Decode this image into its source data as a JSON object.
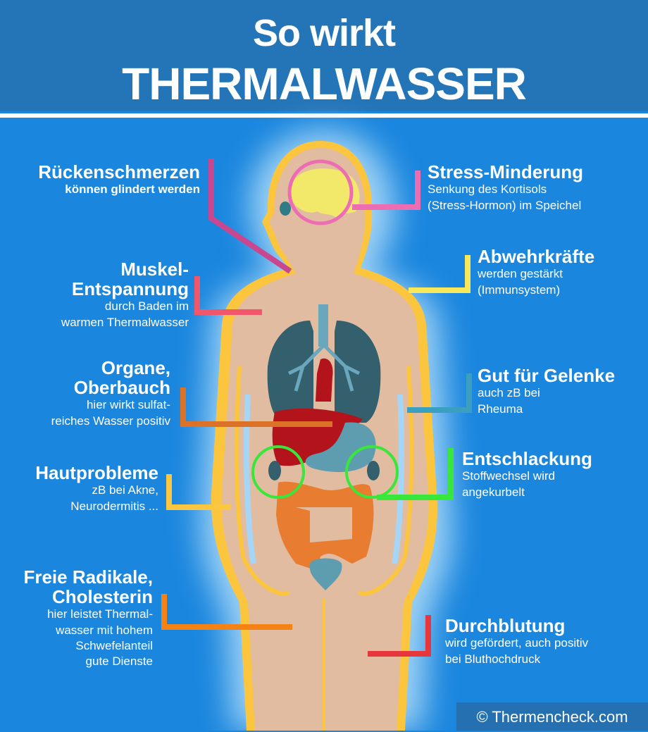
{
  "header": {
    "line1": "So wirkt",
    "line2": "THERMALWASSER"
  },
  "colors": {
    "background": "#1a86de",
    "header": "#2475b8",
    "skin": "#e2bca0",
    "outline": "#fbc53e",
    "glow": "#9fd1f5",
    "brain": "#f2e86a",
    "lungs": "#34606e",
    "bronchi": "#6aa6bc",
    "liver": "#b3141c",
    "stomach": "#5e9db0",
    "intestine": "#e87c30",
    "green_ring": "#39e63a"
  },
  "labels": {
    "left": [
      {
        "title": "Rückenschmerzen",
        "text": [
          "können glindert werden"
        ],
        "connector_color": "#c8478f"
      },
      {
        "title": "Muskel-\nEntspannung",
        "text": [
          "durch Baden im",
          "warmen Thermalwasser"
        ],
        "connector_color": "#f2566a"
      },
      {
        "title": "Organe,\nOberbauch",
        "text": [
          "hier wirkt sulfat-",
          "reiches Wasser positiv"
        ],
        "connector_color": "#dc7128"
      },
      {
        "title": "Hautprobleme",
        "text": [
          "zB bei Akne,",
          "Neurodermitis ..."
        ],
        "connector_color": "#fbc640"
      },
      {
        "title": "Freie Radikale,\nCholesterin",
        "text": [
          "hier leistet Thermal-",
          "wasser mit hohem",
          "Schwefelanteil",
          "gute Dienste"
        ],
        "connector_color": "#f58214"
      }
    ],
    "right": [
      {
        "title": "Stress-Minderung",
        "text": [
          "Senkung des Kortisols",
          "(Stress-Hormon) im Speichel"
        ],
        "connector_color": "#ec6db2"
      },
      {
        "title": "Abwehrkräfte",
        "text": [
          "werden gestärkt",
          "(Immunsystem)"
        ],
        "connector_color": "#f8e85a"
      },
      {
        "title": "Gut für Gelenke",
        "text": [
          "auch zB bei",
          "Rheuma"
        ],
        "connector_color": "#3a9fc0"
      },
      {
        "title": "Entschlackung",
        "text": [
          "Stoffwechsel wird",
          "angekurbelt"
        ],
        "connector_color": "#39e63a"
      },
      {
        "title": "Durchblutung",
        "text": [
          "wird gefördert, auch positiv",
          "bei Bluthochdruck"
        ],
        "connector_color": "#e8363d"
      }
    ]
  },
  "footer": {
    "copyright": "© Thermencheck.com"
  }
}
